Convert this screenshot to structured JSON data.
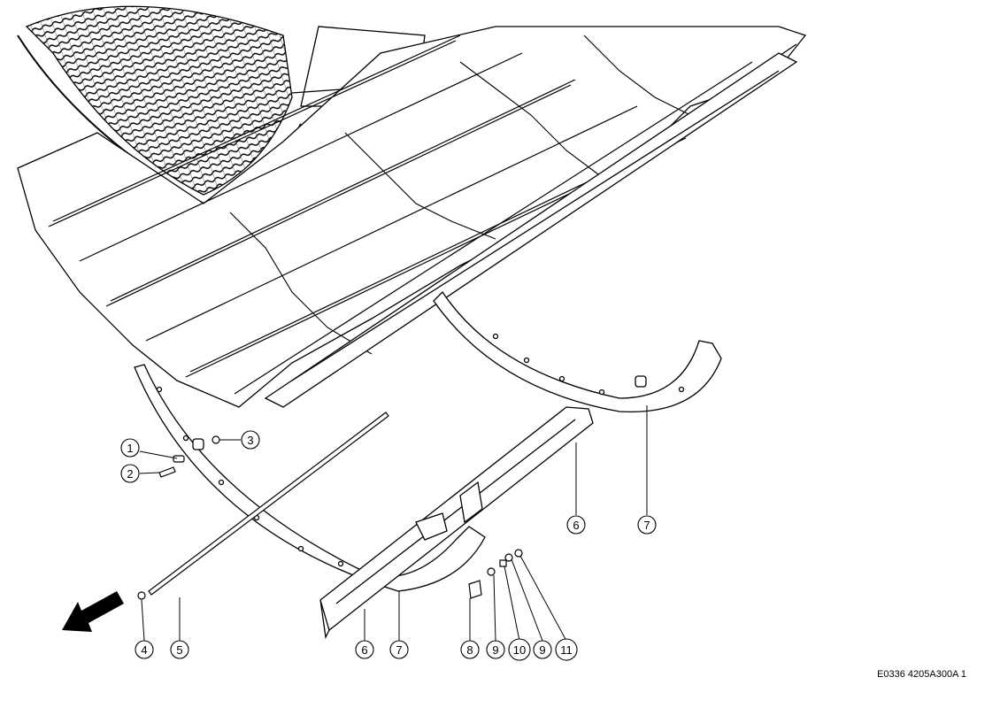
{
  "figure_id": "E0336 4205A300A 1",
  "callouts": [
    "1",
    "2",
    "3",
    "4",
    "5",
    "6",
    "6",
    "7",
    "7",
    "8",
    "9",
    "10",
    "9",
    "11"
  ]
}
